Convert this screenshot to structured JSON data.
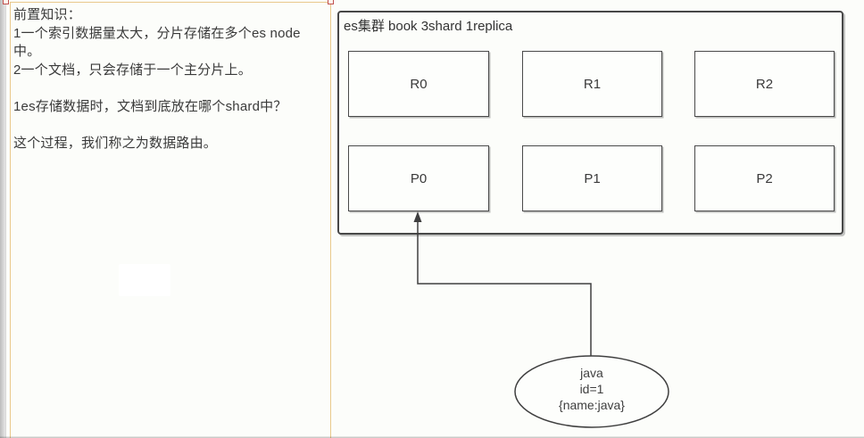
{
  "notes_panel": {
    "lines": [
      "前置知识：",
      "1一个索引数据量太大，分片存储在多个es node",
      "中。",
      "2一个文档，只会存储于一个主分片上。",
      "",
      "1es存储数据时，文档到底放在哪个shard中？",
      "",
      "这个过程，我们称之为数据路由。"
    ]
  },
  "cluster": {
    "title": "es集群 book 3shard 1replica",
    "replica_shards": [
      "R0",
      "R1",
      "R2"
    ],
    "primary_shards": [
      "P0",
      "P1",
      "P2"
    ]
  },
  "document": {
    "lines": [
      "java",
      "id=1",
      "{name:java}"
    ]
  },
  "colors": {
    "selection_border": "#e9c98c",
    "selection_handle": "#c0504d",
    "shape_border": "#474747",
    "text": "#3a3a3a",
    "background": "#fcfdfa"
  }
}
